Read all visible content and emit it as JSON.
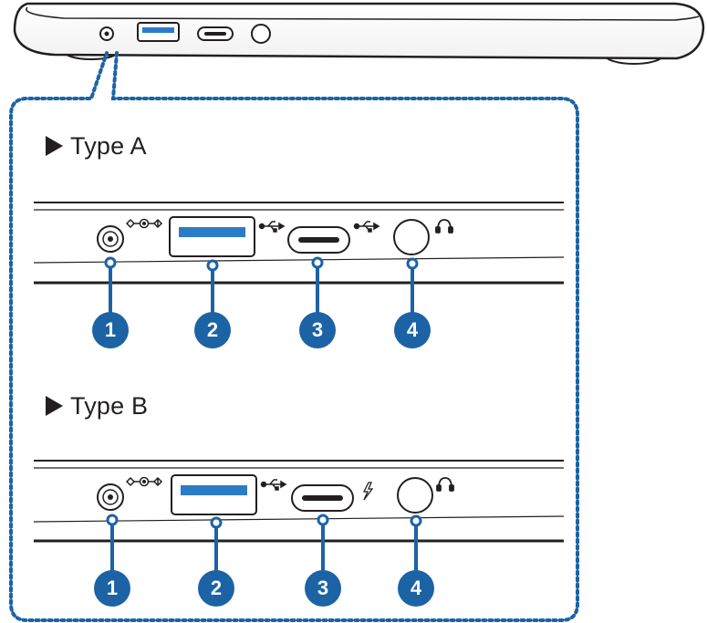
{
  "sections": [
    {
      "heading": "Type A",
      "callouts": [
        "1",
        "2",
        "3",
        "4"
      ],
      "port3_symbol": "usb-icon"
    },
    {
      "heading": "Type B",
      "callouts": [
        "1",
        "2",
        "3",
        "4"
      ],
      "port3_symbol": "thunderbolt-icon"
    }
  ],
  "ports": [
    {
      "number": "1",
      "icon": "dc-power-icon"
    },
    {
      "number": "2",
      "icon": "usb-icon"
    },
    {
      "number": "3",
      "icon": "usb-icon / thunderbolt-icon"
    },
    {
      "number": "4",
      "icon": "headphone-icon"
    }
  ],
  "colors": {
    "accent": "#1c63a5",
    "usb_port_fill": "#2a7cc7",
    "outline": "#231f20",
    "callout_border": "#1c63a5"
  }
}
